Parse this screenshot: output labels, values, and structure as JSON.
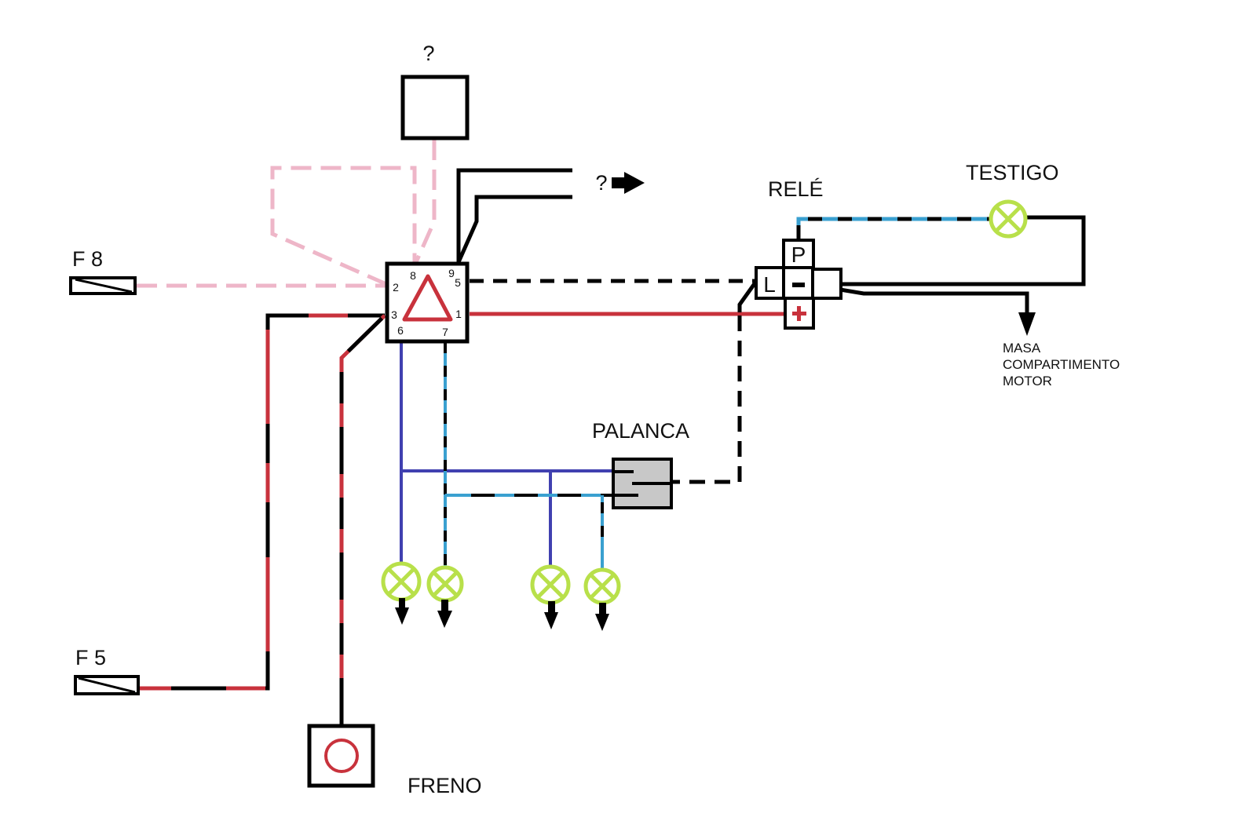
{
  "diagram": {
    "title": "",
    "colors": {
      "black": "#000000",
      "red": "#c8323c",
      "pink": "#eeb6c8",
      "blue": "#4040b0",
      "cyan": "#3aa0d0",
      "lamp": "#b8e04a",
      "gray": "#c8c8c8"
    },
    "labels": {
      "unknown_top": "?",
      "unknown_arrow": "?",
      "fuse_f8": "F 8",
      "fuse_f5": "F 5",
      "relay": "RELÉ",
      "testigo": "TESTIGO",
      "palanca": "PALANCA",
      "freno": "FRENO",
      "masa_line1": "MASA",
      "masa_line2": "COMPARTIMENTO",
      "masa_line3": "MOTOR"
    },
    "hazard_switch": {
      "pins": {
        "p8": "8",
        "p9": "9",
        "p5": "5",
        "p2": "2",
        "p3": "3",
        "p1": "1",
        "p6": "6",
        "p7": "7"
      }
    },
    "relay": {
      "terminal_p": "P",
      "terminal_l": "L",
      "terminal_minus": "−",
      "terminal_plus": "+"
    },
    "nodes": [
      {
        "id": "unknown-box",
        "label": "?"
      },
      {
        "id": "fuse-f8",
        "label": "F 8"
      },
      {
        "id": "fuse-f5",
        "label": "F 5"
      },
      {
        "id": "hazard-switch",
        "label": "hazard switch (triangle)"
      },
      {
        "id": "relay",
        "label": "RELÉ"
      },
      {
        "id": "testigo-lamp",
        "label": "TESTIGO"
      },
      {
        "id": "palanca",
        "label": "PALANCA"
      },
      {
        "id": "freno",
        "label": "FRENO"
      },
      {
        "id": "ground-motor",
        "label": "MASA COMPARTIMENTO MOTOR"
      },
      {
        "id": "lamp-1",
        "label": ""
      },
      {
        "id": "lamp-2",
        "label": ""
      },
      {
        "id": "lamp-3",
        "label": ""
      },
      {
        "id": "lamp-4",
        "label": ""
      }
    ],
    "edges": [
      {
        "from": "fuse-f8",
        "to": "hazard-switch:2",
        "style": "pink dashed"
      },
      {
        "from": "unknown-box",
        "to": "hazard-switch:8",
        "style": "pink dashed"
      },
      {
        "from": "hazard-switch:9",
        "to": "unknown-arrow",
        "style": "black solid"
      },
      {
        "from": "hazard-switch:5",
        "to": "relay:L",
        "style": "black dashed"
      },
      {
        "from": "hazard-switch:1",
        "to": "relay:+",
        "style": "red solid"
      },
      {
        "from": "fuse-f5",
        "to": "hazard-switch:3",
        "style": "red/black"
      },
      {
        "from": "freno",
        "to": "hazard-switch:3",
        "style": "red/black"
      },
      {
        "from": "hazard-switch:6",
        "to": "palanca",
        "style": "blue"
      },
      {
        "from": "hazard-switch:7",
        "to": "palanca",
        "style": "cyan/black"
      },
      {
        "from": "relay:L",
        "to": "palanca",
        "style": "black dashed"
      },
      {
        "from": "relay:P",
        "to": "testigo-lamp",
        "style": "cyan/black"
      },
      {
        "from": "testigo-lamp",
        "to": "relay:-",
        "style": "black solid"
      },
      {
        "from": "relay:-",
        "to": "ground-motor",
        "style": "black solid"
      }
    ]
  }
}
